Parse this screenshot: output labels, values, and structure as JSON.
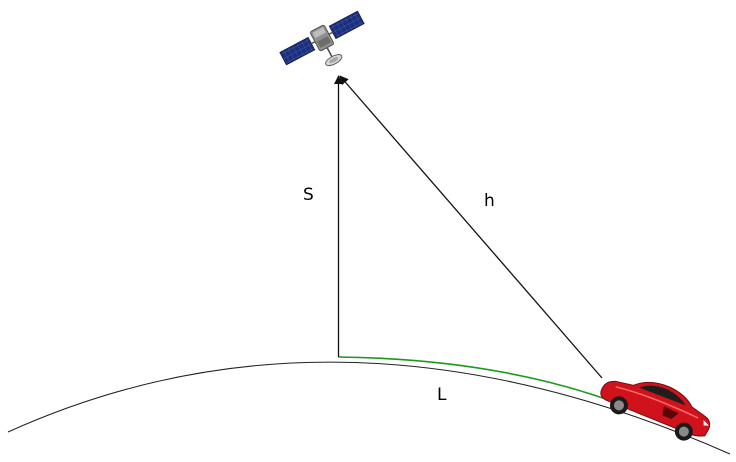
{
  "diagram": {
    "labels": {
      "vertical_distance": "S",
      "slant_distance": "h",
      "ground_arc": "L"
    },
    "colors": {
      "background": "#ffffff",
      "earth_curve": "#222222",
      "ground_arc_highlight": "#1a9a1a",
      "vectors": "#111111",
      "car_body": "#d0121c",
      "satellite_panels": "#1c2f7a",
      "satellite_body": "#8e8e8e"
    },
    "icons": {
      "satellite": "satellite-icon",
      "car": "red-sports-car-icon"
    }
  }
}
